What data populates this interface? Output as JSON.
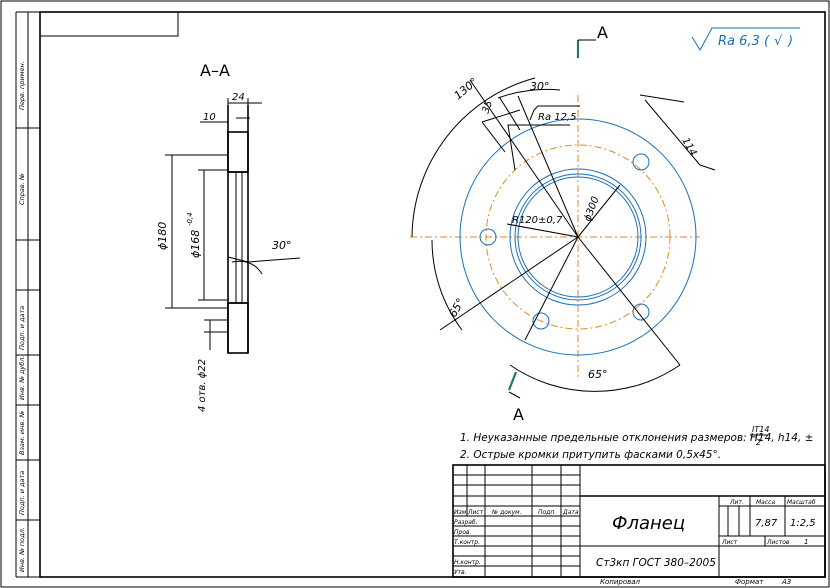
{
  "colors": {
    "outline": "#1a6fb8",
    "centerline": "#e08a1e",
    "line": "#000000",
    "hatch": "#000000"
  },
  "section_view": {
    "title": "А–А",
    "dim_24": "24",
    "dim_10": "10",
    "dim_d180": "ϕ180",
    "dim_d168": "ϕ168",
    "dim_d168_tol": "-0,4",
    "angle_30": "30°",
    "holes": "4 отв. ϕ22"
  },
  "front_view": {
    "cut_label_top": "А",
    "cut_label_bottom": "А",
    "angle_130": "130°",
    "angle_30": "30°",
    "dim_35": "35",
    "roughness_125": "Ra 12,5",
    "dim_114": "114",
    "dim_d300": "ϕ300",
    "dim_r120": "R120±0,7",
    "angle_65_left": "65°",
    "angle_65_bottom": "65°"
  },
  "roughness": {
    "general": "Ra 6,3 (",
    "check": "√",
    "close": ")"
  },
  "notes": {
    "note1": "1. Неуказанные предельные отклонения размеров: H14, h14, ±",
    "note1_frac_top": "IT14",
    "note1_frac_bottom": "2",
    "note2": "2. Острые кромки притупить фасками 0,5х45°."
  },
  "side_labels": [
    "Перв. примен.",
    "Справ. №",
    "Подп. и дата",
    "Инв. № дубл.",
    "Взам. инв. №",
    "Подп. и дата",
    "Инв. № подл."
  ],
  "title_block": {
    "name": "Фланец",
    "material": "Ст3кп ГОСТ 380–2005",
    "col_izm": "Изм.",
    "col_list": "Лист",
    "col_ndoc": "№ докум.",
    "col_podp": "Подп.",
    "col_date": "Дата",
    "row_razrab": "Разраб.",
    "row_prov": "Пров.",
    "row_tkontr": "Т.контр.",
    "row_nkontr": "Н.контр.",
    "row_utv": "Утв.",
    "lit_label": "Лит.",
    "mass_label": "Масса",
    "scale_label": "Масштаб",
    "mass": "7,87",
    "scale": "1:2,5",
    "sheet_label": "Лист",
    "sheets_label": "Листов",
    "sheets": "1",
    "copied": "Копировал",
    "format": "Формат",
    "format_value": "А3"
  }
}
